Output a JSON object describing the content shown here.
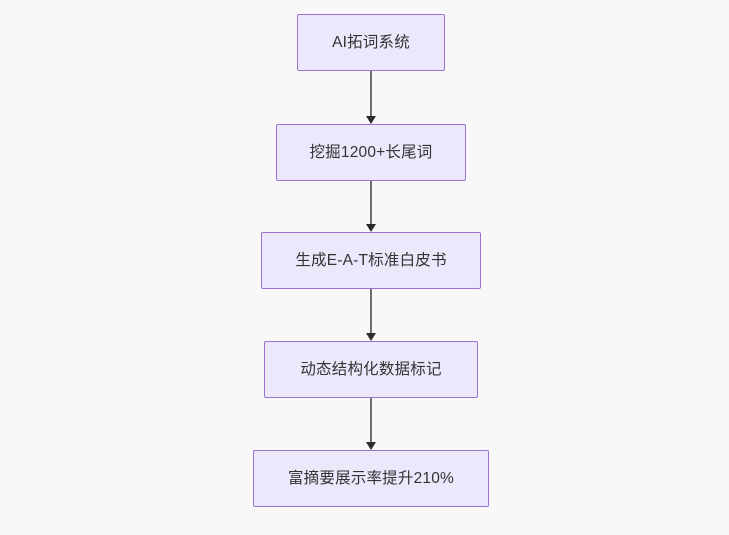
{
  "diagram": {
    "type": "flowchart",
    "direction": "top-to-bottom",
    "background_color": "#f8f8f8",
    "node_fill_color": "#ebe8fc",
    "node_border_color": "#9a73d1",
    "node_text_color": "#333333",
    "edge_color": "#6f6f6f",
    "arrowhead_color": "#2b2b2b",
    "nodes": [
      {
        "id": "n1",
        "label": "AI拓词系统"
      },
      {
        "id": "n2",
        "label": "挖掘1200+长尾词"
      },
      {
        "id": "n3",
        "label": "生成E-A-T标准白皮书"
      },
      {
        "id": "n4",
        "label": "动态结构化数据标记"
      },
      {
        "id": "n5",
        "label": "富摘要展示率提升210%"
      }
    ],
    "edges": [
      {
        "from": "n1",
        "to": "n2"
      },
      {
        "from": "n2",
        "to": "n3"
      },
      {
        "from": "n3",
        "to": "n4"
      },
      {
        "from": "n4",
        "to": "n5"
      }
    ]
  }
}
